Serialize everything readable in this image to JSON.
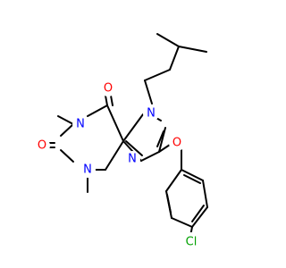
{
  "atoms": [
    {
      "id": "O_top",
      "label": "O",
      "color": "#ff0000"
    },
    {
      "id": "O_left",
      "label": "O",
      "color": "#ff0000"
    },
    {
      "id": "N1",
      "label": "N",
      "color": "#0000ff"
    },
    {
      "id": "N3",
      "label": "N",
      "color": "#0000ff"
    },
    {
      "id": "N7",
      "label": "N",
      "color": "#0000ff"
    },
    {
      "id": "N9",
      "label": "N",
      "color": "#0000ff"
    },
    {
      "id": "O_ether",
      "label": "O",
      "color": "#ff0000"
    },
    {
      "id": "Cl",
      "label": "Cl",
      "color": "#00a000"
    }
  ]
}
